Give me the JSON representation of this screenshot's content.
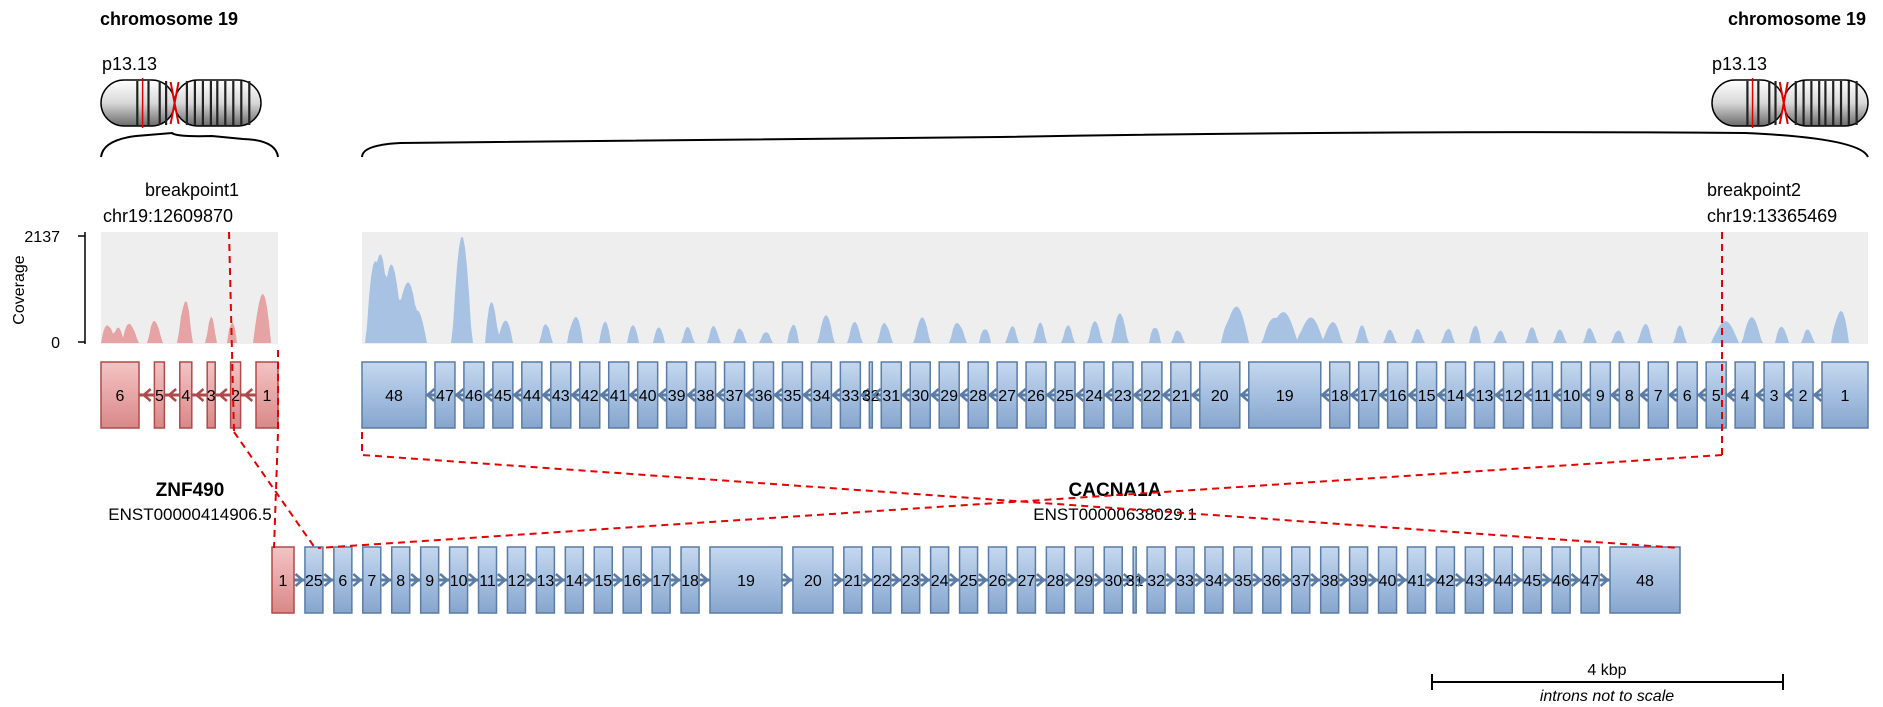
{
  "chromosome_left": {
    "title": "chromosome 19",
    "band": "p13.13"
  },
  "chromosome_right": {
    "title": "chromosome 19",
    "band": "p13.13"
  },
  "breakpoint1": {
    "label": "breakpoint1",
    "position": "chr19:12609870"
  },
  "breakpoint2": {
    "label": "breakpoint2",
    "position": "chr19:13365469"
  },
  "coverage": {
    "axis_label": "Coverage",
    "max_label": "2137",
    "min_label": "0"
  },
  "gene_left": {
    "name": "ZNF490",
    "transcript": "ENST00000414906.5",
    "color": "#e8a8a8",
    "stroke": "#b85050"
  },
  "gene_right": {
    "name": "CACNA1A",
    "transcript": "ENST00000638029.1",
    "color": "#a9c1e0",
    "stroke": "#5c7a9e"
  },
  "scale_bar": {
    "label": "4 kbp",
    "note": "introns not to scale"
  },
  "left_exons": [
    "6",
    "5",
    "4",
    "3",
    "2",
    "1"
  ],
  "right_exons": [
    "48",
    "47",
    "46",
    "45",
    "44",
    "43",
    "42",
    "41",
    "40",
    "39",
    "38",
    "37",
    "36",
    "35",
    "34",
    "33",
    "32",
    "31",
    "30",
    "29",
    "28",
    "27",
    "26",
    "25",
    "24",
    "23",
    "22",
    "21",
    "20",
    "19",
    "18",
    "17",
    "16",
    "15",
    "14",
    "13",
    "12",
    "11",
    "10",
    "9",
    "8",
    "7",
    "6",
    "5",
    "4",
    "3",
    "2",
    "1"
  ],
  "fusion_exons": [
    "1",
    "25",
    "6",
    "7",
    "8",
    "9",
    "10",
    "11",
    "12",
    "13",
    "14",
    "15",
    "16",
    "17",
    "18",
    "19",
    "20",
    "21",
    "22",
    "23",
    "24",
    "25",
    "26",
    "27",
    "28",
    "29",
    "30",
    "31",
    "32",
    "33",
    "34",
    "35",
    "36",
    "37",
    "38",
    "39",
    "40",
    "41",
    "42",
    "43",
    "44",
    "45",
    "46",
    "47",
    "48"
  ]
}
